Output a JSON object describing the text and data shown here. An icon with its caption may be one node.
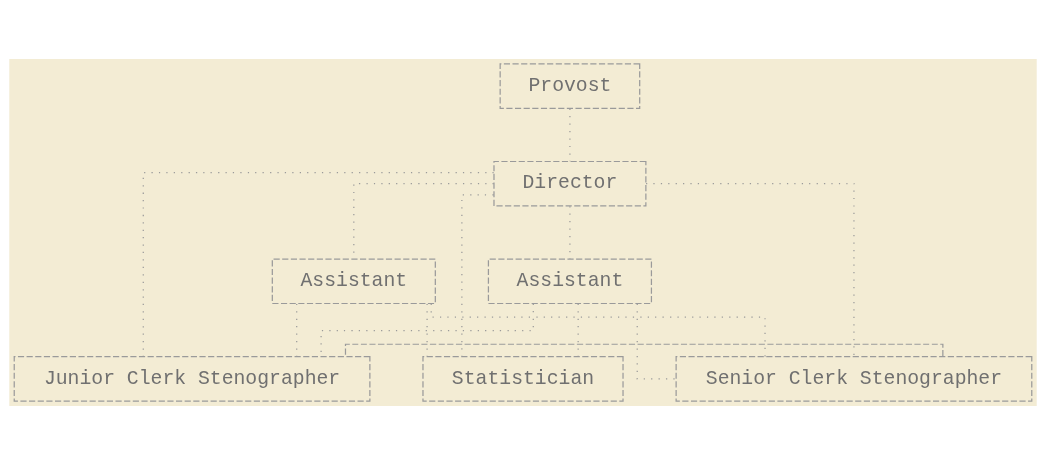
{
  "diagram": {
    "nodes": [
      {
        "text": [
          "Provost"
        ]
      },
      {
        "text": [
          "Director"
        ]
      },
      {
        "text": [
          "Assistant"
        ]
      },
      {
        "text": [
          "Assistant"
        ]
      },
      {
        "text": [
          "Statistician"
        ]
      },
      {
        "text": [
          "Senior Clerk Stenographer"
        ]
      },
      {
        "text": [
          "Junior Clerk Stenographer"
        ]
      }
    ],
    "edges": [
      {
        "from": 0,
        "to": 1,
        "arrow": "none"
      },
      {
        "from": 1,
        "to": 2,
        "arrow": "none"
      },
      {
        "from": 1,
        "to": 3,
        "arrow": "none"
      },
      {
        "from": 2,
        "to": 4,
        "arrow": "none"
      },
      {
        "from": 2,
        "to": 5,
        "arrow": "none"
      },
      {
        "from": 2,
        "to": 6,
        "arrow": "none"
      },
      {
        "from": 1,
        "to": 4,
        "arrow": "none"
      },
      {
        "from": 1,
        "to": 5,
        "arrow": "none"
      },
      {
        "from": 1,
        "to": 6,
        "arrow": "none"
      },
      {
        "from": 3,
        "to": 4,
        "arrow": "none"
      },
      {
        "from": 3,
        "to": 5,
        "arrow": "none"
      },
      {
        "from": 3,
        "to": 6,
        "arrow": "none"
      },
      {
        "from": 5,
        "to": 6,
        "arrow": "none",
        "style": "dashed"
      }
    ]
  }
}
